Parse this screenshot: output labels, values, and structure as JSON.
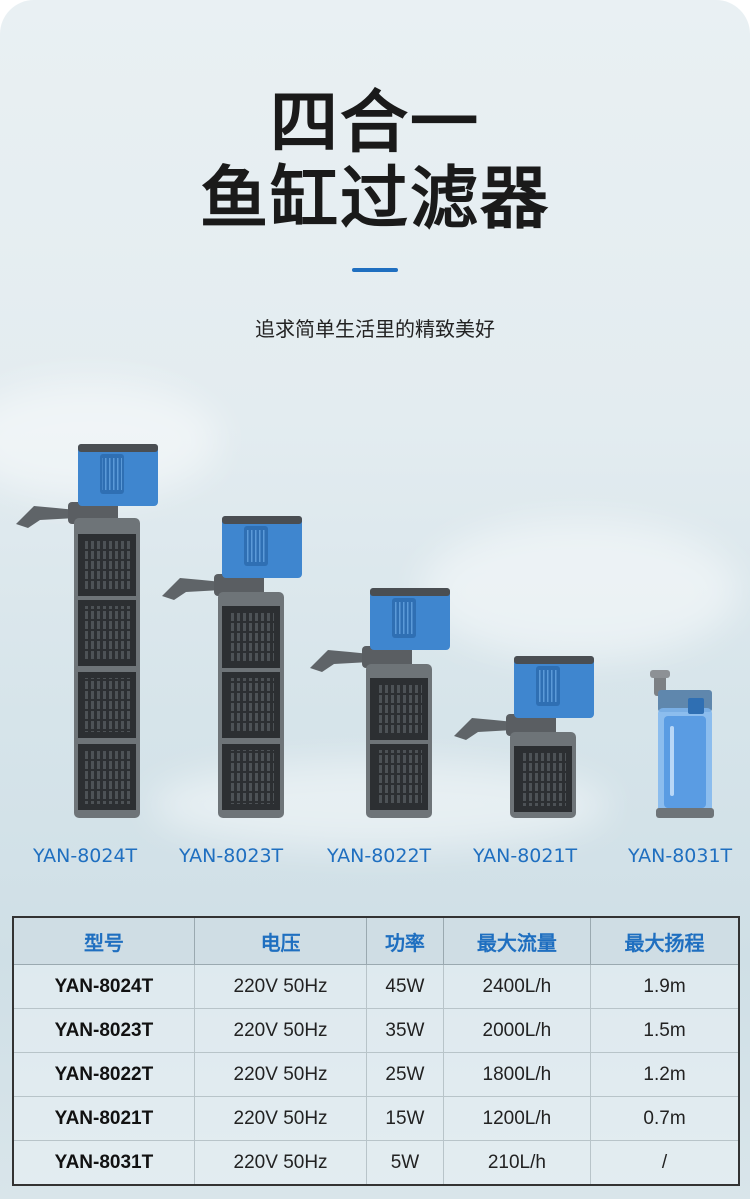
{
  "header": {
    "title_line1": "四合一",
    "title_line2": "鱼缸过滤器",
    "subtitle": "追求简单生活里的精致美好",
    "accent_color": "#1f6fc0"
  },
  "products": [
    {
      "model": "YAN-8024T"
    },
    {
      "model": "YAN-8023T"
    },
    {
      "model": "YAN-8022T"
    },
    {
      "model": "YAN-8021T"
    },
    {
      "model": "YAN-8031T"
    }
  ],
  "spec_table": {
    "headers": [
      "型号",
      "电压",
      "功率",
      "最大流量",
      "最大扬程"
    ],
    "rows": [
      [
        "YAN-8024T",
        "220V 50Hz",
        "45W",
        "2400L/h",
        "1.9m"
      ],
      [
        "YAN-8023T",
        "220V 50Hz",
        "35W",
        "2000L/h",
        "1.5m"
      ],
      [
        "YAN-8022T",
        "220V 50Hz",
        "25W",
        "1800L/h",
        "1.2m"
      ],
      [
        "YAN-8021T",
        "220V 50Hz",
        "15W",
        "1200L/h",
        "0.7m"
      ],
      [
        "YAN-8031T",
        "220V 50Hz",
        "5W",
        "210L/h",
        "/"
      ]
    ]
  }
}
